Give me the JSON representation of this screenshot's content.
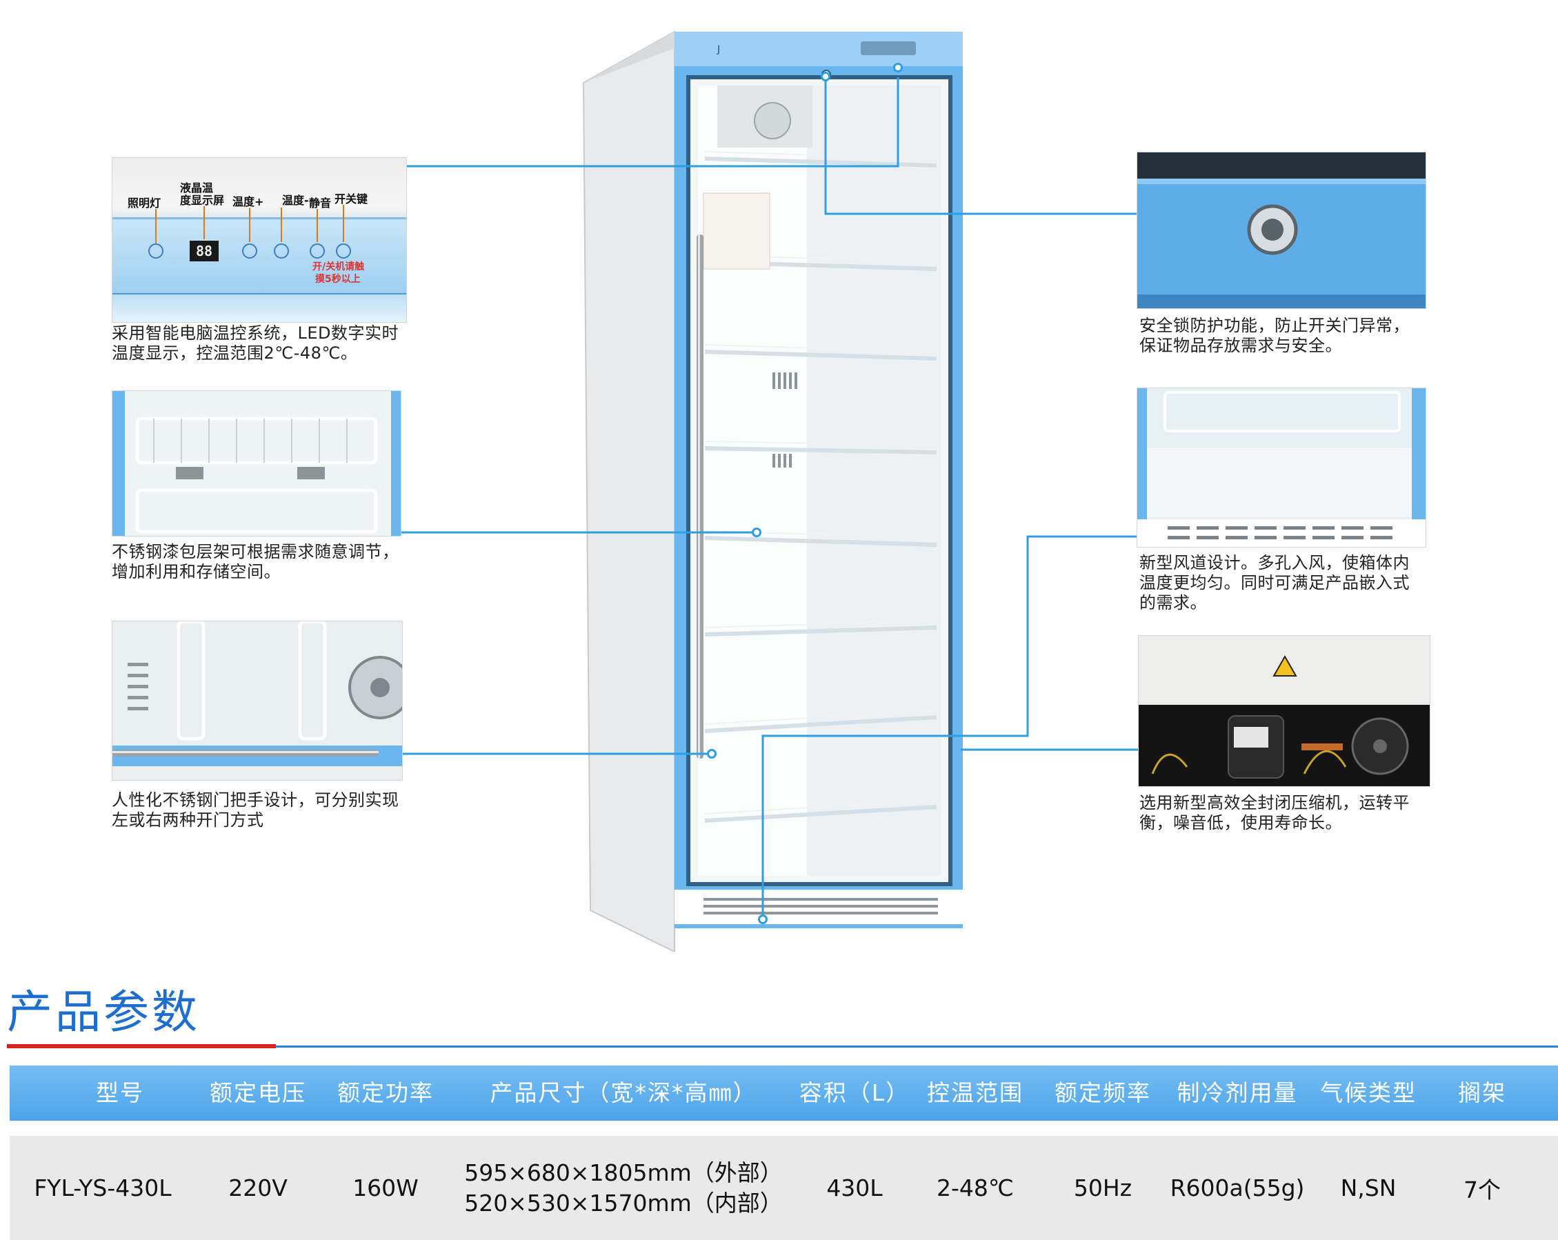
{
  "features": {
    "control_panel": {
      "labels": {
        "light": "照明灯",
        "lcd_line1": "液晶温",
        "lcd_line2": "度显示屏",
        "temp_up": "温度+",
        "temp_down": "温度-",
        "mute": "静音",
        "power": "开关键"
      },
      "lcd_value": "88",
      "power_hint_1": "开/关机请触",
      "power_hint_2": "摸5秒以上",
      "caption_line1": "采用智能电脑温控系统，LED数字实时",
      "caption_line2": "温度显示，控温范围2℃-48℃。"
    },
    "shelves": {
      "caption_line1": "不锈钢漆包层架可根据需求随意调节，",
      "caption_line2": "增加利用和存储空间。"
    },
    "handle": {
      "caption_line1": "人性化不锈钢门把手设计，可分别实现",
      "caption_line2": "左或右两种开门方式"
    },
    "lock": {
      "caption_line1": "安全锁防护功能，防止开关门异常，",
      "caption_line2": "保证物品存放需求与安全。"
    },
    "airflow": {
      "caption_line1": "新型风道设计。多孔入风，使箱体内",
      "caption_line2": "温度更均匀。同时可满足产品嵌入式",
      "caption_line3": "的需求。"
    },
    "compressor": {
      "caption_line1": "选用新型高效全封闭压缩机，运转平",
      "caption_line2": "衡，噪音低，使用寿命长。"
    }
  },
  "spec_section": {
    "title": "产品参数",
    "headers": {
      "model": "型号",
      "voltage": "额定电压",
      "power": "额定功率",
      "size": "产品尺寸（宽*深*高㎜）",
      "capacity": "容积（L）",
      "temp_range": "控温范围",
      "frequency": "额定频率",
      "refrigerant": "制冷剂用量",
      "climate": "气候类型",
      "shelves": "搁架"
    },
    "row": {
      "model": "FYL-YS-430L",
      "voltage": "220V",
      "power": "160W",
      "size_outer": "595×680×1805mm（外部）",
      "size_inner": "520×530×1570mm（内部）",
      "capacity": "430L",
      "temp_range": "2-48℃",
      "frequency": "50Hz",
      "refrigerant": "R600a(55g)",
      "climate": "N,SN",
      "shelves": "7个"
    }
  },
  "colors": {
    "accent_blue": "#2b83d4",
    "fridge_frame_blue": "#5fb0ee",
    "title_red": "#d9231c",
    "table_header": "#5aaeee"
  }
}
